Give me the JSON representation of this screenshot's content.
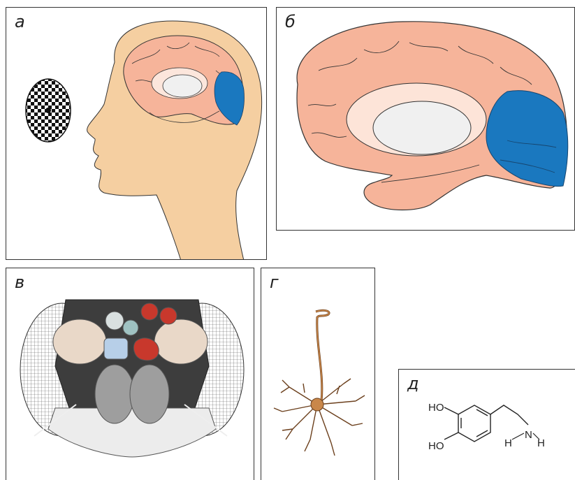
{
  "panels": {
    "a": {
      "label": "а"
    },
    "b": {
      "label": "б"
    },
    "v": {
      "label": "в"
    },
    "g": {
      "label": "г"
    },
    "d": {
      "label": "д"
    }
  },
  "molecule": {
    "oh_top": "HO",
    "oh_bottom": "HO",
    "h_left": "H",
    "n": "N",
    "h_right": "H"
  },
  "colors": {
    "skin": "#f5cfa1",
    "brain": "#f6b49a",
    "visual_cortex": "#1a78bf",
    "neuron": "#c9874a",
    "fly_dark": "#3d3d3d",
    "fly_red": "#c8382c",
    "fly_blue": "#b7cfe8"
  }
}
